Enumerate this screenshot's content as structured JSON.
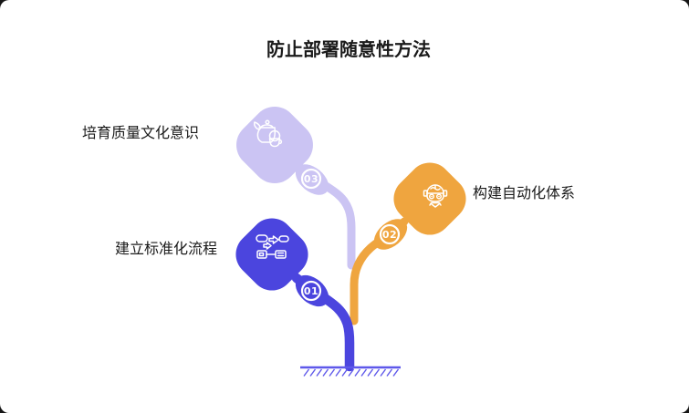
{
  "title": "防止部署随意性方法",
  "branches": [
    {
      "number": "01",
      "label": "建立标准化流程",
      "icon": "flowchart-icon",
      "color": "#4B45DE"
    },
    {
      "number": "02",
      "label": "构建自动化体系",
      "icon": "robot-icon",
      "color": "#EFA53F"
    },
    {
      "number": "03",
      "label": "培育质量文化意识",
      "icon": "teapot-icon",
      "color": "#CBC4F3"
    }
  ],
  "colors": {
    "branch_01": "#4B45DE",
    "branch_02": "#EFA53F",
    "branch_03": "#CBC4F3",
    "text": "#1A1A1A",
    "ground_line": "#5E58EA",
    "card_background": "#FFFFFF"
  }
}
